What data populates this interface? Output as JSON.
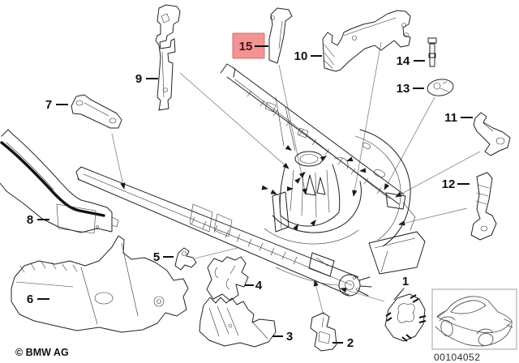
{
  "diagram": {
    "copyright": "© BMW AG",
    "image_code": "00104052",
    "highlight": {
      "fill": "#f09594",
      "stroke": "#d96f6e",
      "highlighted_part": "15"
    },
    "line_color": "#222222",
    "leader_color": "#8f8f8f",
    "parts": [
      {
        "number": "1"
      },
      {
        "number": "2"
      },
      {
        "number": "3"
      },
      {
        "number": "4"
      },
      {
        "number": "5"
      },
      {
        "number": "6"
      },
      {
        "number": "7"
      },
      {
        "number": "8"
      },
      {
        "number": "9"
      },
      {
        "number": "10"
      },
      {
        "number": "11"
      },
      {
        "number": "12"
      },
      {
        "number": "13"
      },
      {
        "number": "14"
      },
      {
        "number": "15"
      }
    ]
  }
}
